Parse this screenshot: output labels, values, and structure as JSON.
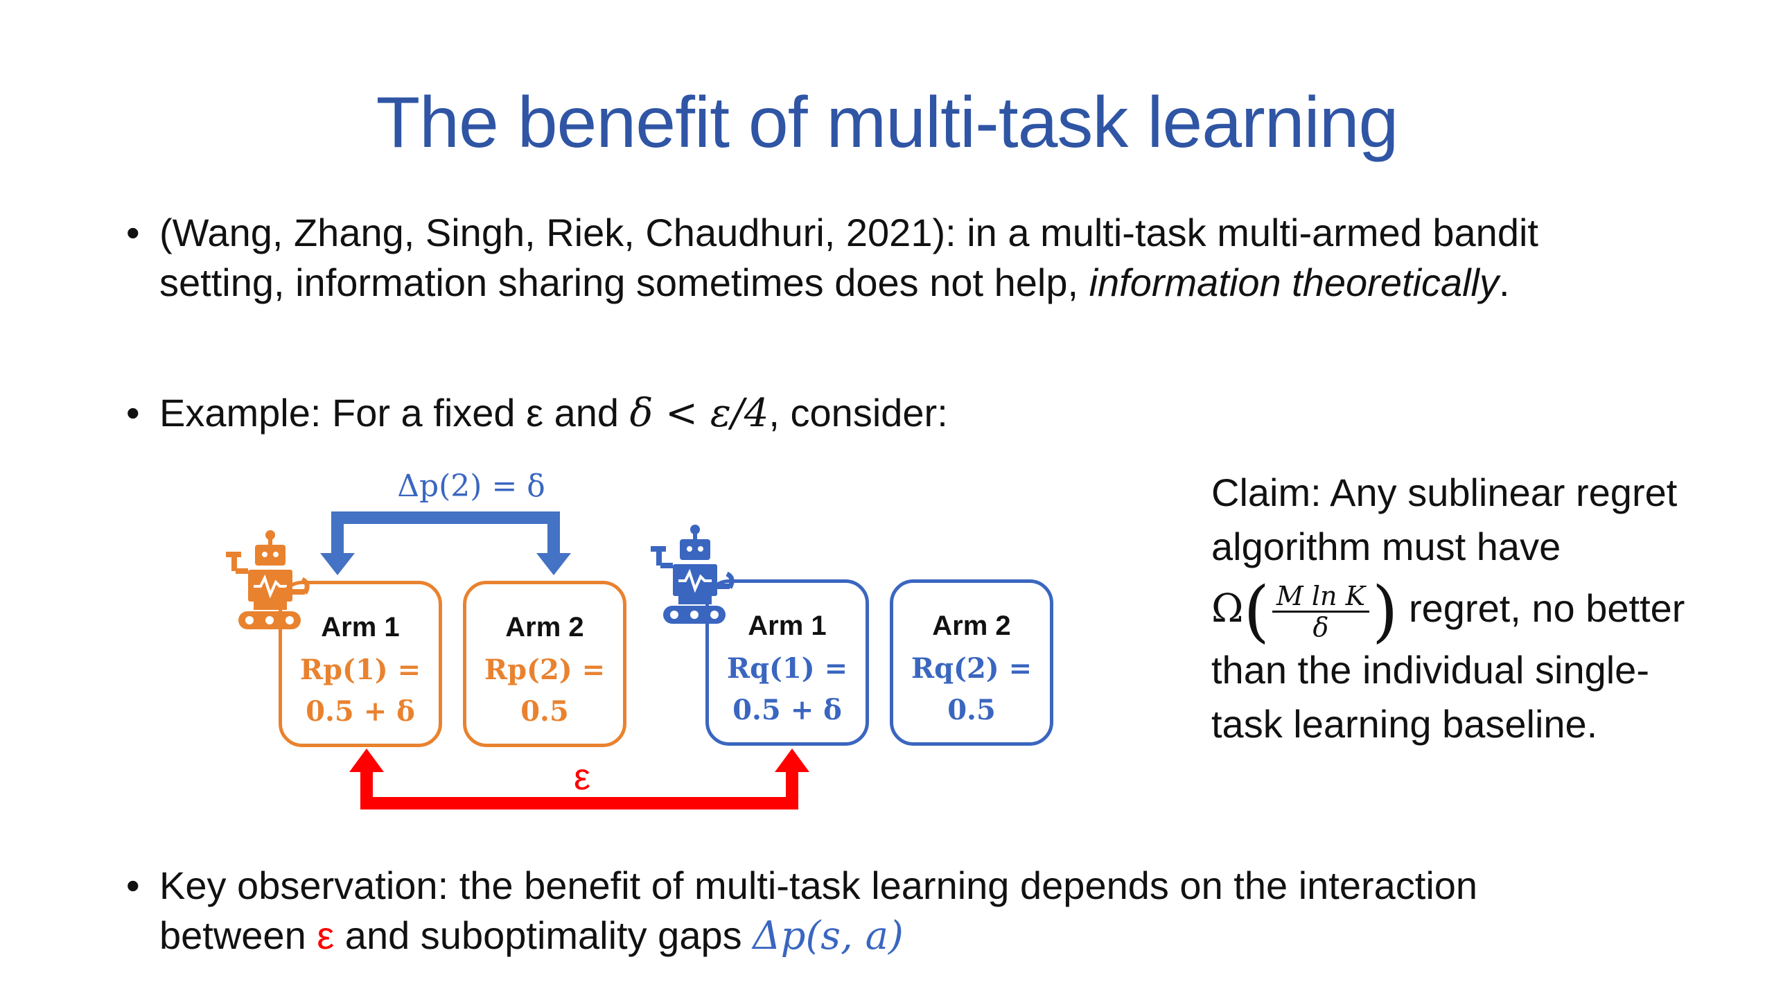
{
  "title": "The benefit of multi-task learning",
  "bullets": {
    "b1_line1": "(Wang, Zhang, Singh, Riek, Chaudhuri, 2021): in a multi-task multi-armed bandit",
    "b1_line2_plain": "setting, information sharing sometimes does not help, ",
    "b1_line2_italic": "information theoretically",
    "b1_line2_end": ".",
    "b2_prefix": "Example: For a fixed ε and ",
    "b2_math": "δ <  ε/4",
    "b2_suffix": ", consider:",
    "b3_line1": "Key observation: the benefit of multi-task learning depends on the interaction",
    "b3_line2_a": "between ",
    "b3_line2_eps": "ε",
    "b3_line2_b": " and suboptimality gaps ",
    "b3_line2_math": "Δp(s, a)"
  },
  "claim": {
    "line1": "Claim: Any sublinear regret",
    "line2": "algorithm must have",
    "omega": "Ω",
    "frac_num": "M ln K",
    "frac_den": "δ",
    "line3_suffix": " regret, no better",
    "line4": "than the individual single-",
    "line5": "task learning baseline."
  },
  "diagram": {
    "delta_label": "Δp(2) =  δ",
    "eps_label": "ε",
    "arms": [
      {
        "title": "Arm 1",
        "reward": "Rp(1) =",
        "value": "0.5 + δ",
        "color": "orange"
      },
      {
        "title": "Arm 2",
        "reward": "Rp(2) =",
        "value": "0.5",
        "color": "orange"
      },
      {
        "title": "Arm 1",
        "reward": "Rq(1) =",
        "value": "0.5 + δ",
        "color": "blue"
      },
      {
        "title": "Arm 2",
        "reward": "Rq(2) =",
        "value": "0.5",
        "color": "blue"
      }
    ],
    "colors": {
      "orange": "#e9822f",
      "blue": "#3a66c0",
      "red": "#ff0000",
      "title": "#2f55a4"
    }
  }
}
